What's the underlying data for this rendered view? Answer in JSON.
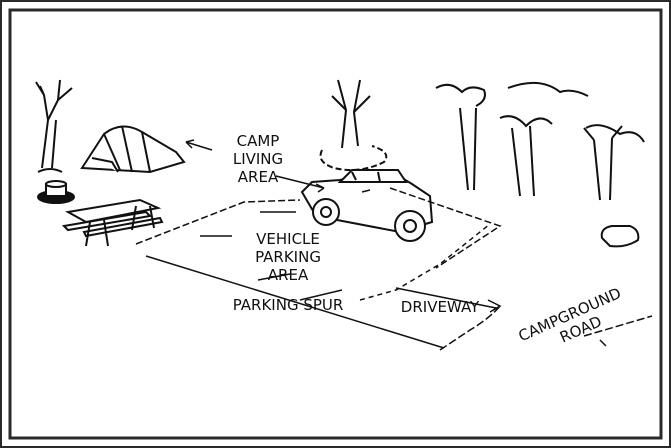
{
  "labels": {
    "camp_living_area_1": "CAMP",
    "camp_living_area_2": "LIVING",
    "camp_living_area_3": "AREA",
    "vehicle_parking_1": "VEHICLE",
    "vehicle_parking_2": "PARKING",
    "vehicle_parking_3": "AREA",
    "parking_spur": "PARKING SPUR",
    "driveway": "DRIVEWAY",
    "campground_road_1": "CAMPGROUND",
    "campground_road_2": "ROAD"
  },
  "colors": {
    "ink": "#111111",
    "paper": "#ffffff",
    "frame": "#2a2a2a"
  }
}
